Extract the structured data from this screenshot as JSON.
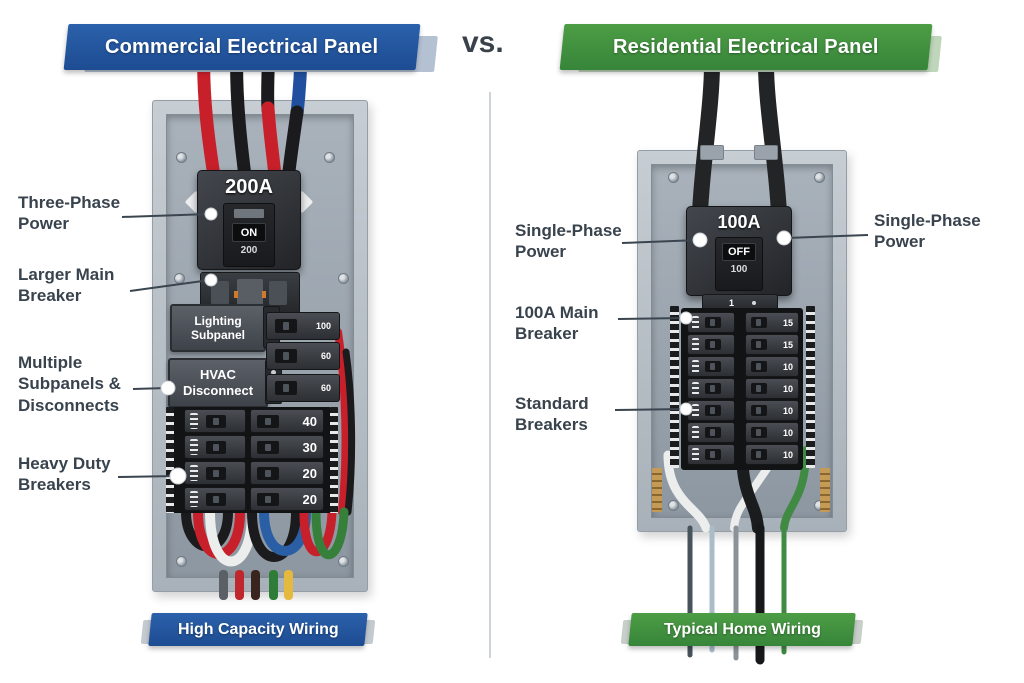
{
  "comparison": {
    "vs_label": "vs."
  },
  "colors": {
    "commercial_accent": "#24549c",
    "residential_accent": "#44923e",
    "label_text": "#39434d"
  },
  "left": {
    "title": "Commercial Electrical Panel",
    "footer": "High Capacity Wiring",
    "callouts": {
      "three_phase": "Three-Phase\nPower",
      "larger_main": "Larger Main\nBreaker",
      "subpanels": "Multiple\nSubpanels &\nDisconnects",
      "heavy_duty": "Heavy Duty\nBreakers"
    },
    "main_breaker": {
      "rating": "200A",
      "switch_state": "ON",
      "switch_value": "200"
    },
    "subpanel_boxes": [
      "Lighting\nSubpanel",
      "HVAC\nDisconnect"
    ],
    "side_breaker_amps": [
      "100",
      "60",
      "60"
    ],
    "heavy_breaker_amps": [
      "40",
      "30",
      "20",
      "20"
    ]
  },
  "right": {
    "title": "Residential Electrical Panel",
    "footer": "Typical Home Wiring",
    "callouts": {
      "single_phase_left": "Single-Phase\nPower",
      "single_phase_right": "Single-Phase\nPower",
      "main_breaker": "100A Main\nBreaker",
      "standard": "Standard\nBreakers"
    },
    "main_breaker": {
      "rating": "100A",
      "switch_state": "OFF",
      "switch_value": "100",
      "strip_label": "1"
    },
    "branch_breaker_amps": [
      "15",
      "15",
      "10",
      "10",
      "10",
      "10",
      "10"
    ]
  }
}
